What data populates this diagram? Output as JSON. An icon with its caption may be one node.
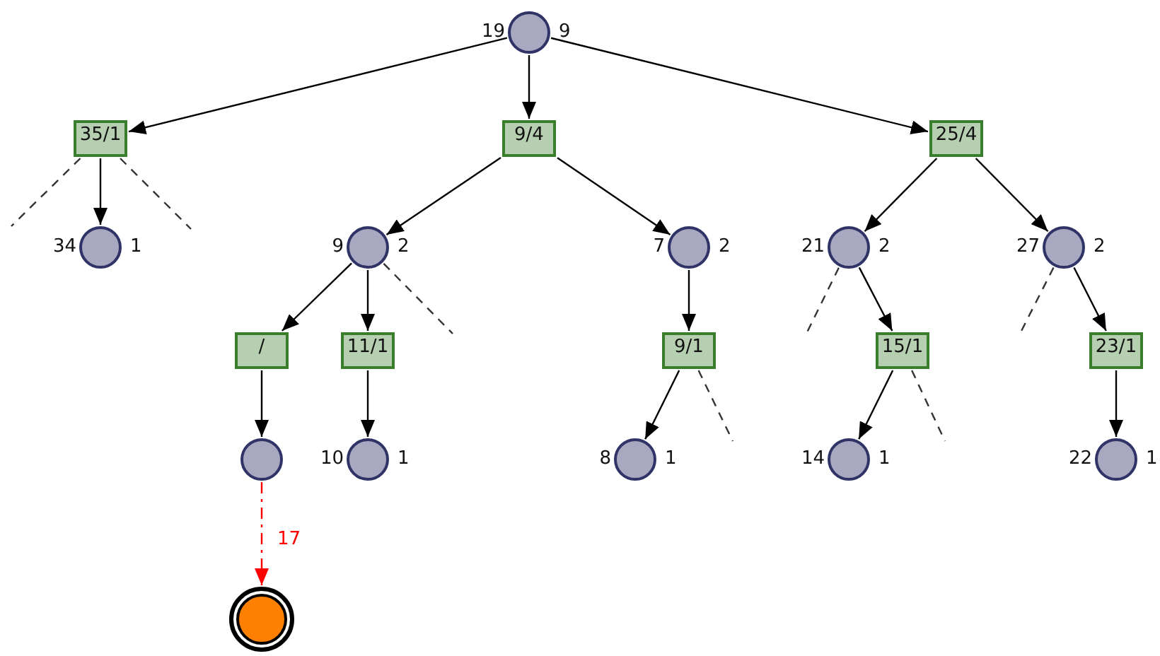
{
  "diagram": {
    "nodes": [
      {
        "text": [],
        "shape": "circle",
        "beside": [
          "19",
          "9"
        ]
      },
      {
        "text": [
          "35/1"
        ]
      },
      {
        "text": [
          "9/4"
        ]
      },
      {
        "text": [
          "25/4"
        ]
      },
      {
        "text": [],
        "shape": "circle",
        "beside": [
          "34",
          "1"
        ]
      },
      {
        "text": [],
        "shape": "circle",
        "beside": [
          "9",
          "2"
        ]
      },
      {
        "text": [],
        "shape": "circle",
        "beside": [
          "7",
          "2"
        ]
      },
      {
        "text": [],
        "shape": "circle",
        "beside": [
          "21",
          "2"
        ]
      },
      {
        "text": [],
        "shape": "circle",
        "beside": [
          "27",
          "2"
        ]
      },
      {
        "text": [
          "/"
        ]
      },
      {
        "text": [
          "11/1"
        ]
      },
      {
        "text": [
          "9/1"
        ]
      },
      {
        "text": [
          "15/1"
        ]
      },
      {
        "text": [
          "23/1"
        ]
      },
      {
        "text": [],
        "shape": "circle"
      },
      {
        "text": [],
        "shape": "circle",
        "beside": [
          "10",
          "1"
        ]
      },
      {
        "text": [],
        "shape": "circle",
        "beside": [
          "8",
          "1"
        ]
      },
      {
        "text": [],
        "shape": "circle",
        "beside": [
          "14",
          "1"
        ]
      },
      {
        "text": [],
        "shape": "circle",
        "beside": [
          "22",
          "1"
        ]
      },
      {
        "text": [],
        "shape": "circle"
      }
    ],
    "edges": [
      {
        "from": 0,
        "to": 1,
        "arrow": "to"
      },
      {
        "from": 0,
        "to": 2,
        "arrow": "to"
      },
      {
        "from": 0,
        "to": 3,
        "arrow": "to"
      },
      {
        "from": 1,
        "to": null,
        "arrow": "none",
        "style": "dashed"
      },
      {
        "from": 1,
        "to": 4,
        "arrow": "to"
      },
      {
        "from": 1,
        "to": null,
        "arrow": "none",
        "style": "dashed"
      },
      {
        "from": 2,
        "to": 5,
        "arrow": "to"
      },
      {
        "from": 2,
        "to": 6,
        "arrow": "to"
      },
      {
        "from": 3,
        "to": 7,
        "arrow": "to"
      },
      {
        "from": 3,
        "to": 8,
        "arrow": "to"
      },
      {
        "from": 5,
        "to": 9,
        "arrow": "to"
      },
      {
        "from": 5,
        "to": 10,
        "arrow": "to"
      },
      {
        "from": 5,
        "to": null,
        "arrow": "none",
        "style": "dashed"
      },
      {
        "from": 6,
        "to": 11,
        "arrow": "to"
      },
      {
        "from": 7,
        "to": null,
        "arrow": "none",
        "style": "dashed"
      },
      {
        "from": 7,
        "to": 12,
        "arrow": "to"
      },
      {
        "from": 8,
        "to": null,
        "arrow": "none",
        "style": "dashed"
      },
      {
        "from": 8,
        "to": 13,
        "arrow": "to"
      },
      {
        "from": 9,
        "to": 14,
        "arrow": "to"
      },
      {
        "from": 10,
        "to": 15,
        "arrow": "to"
      },
      {
        "from": 11,
        "to": 16,
        "arrow": "to"
      },
      {
        "from": 11,
        "to": null,
        "arrow": "none",
        "style": "dashed"
      },
      {
        "from": 12,
        "to": 17,
        "arrow": "to"
      },
      {
        "from": 12,
        "to": null,
        "arrow": "none",
        "style": "dashed"
      },
      {
        "from": 13,
        "to": 18,
        "arrow": "to"
      },
      {
        "from": 14,
        "to": 19,
        "arrow": "to",
        "label": "17",
        "style": "dashed",
        "color": "#ff0000"
      }
    ]
  }
}
